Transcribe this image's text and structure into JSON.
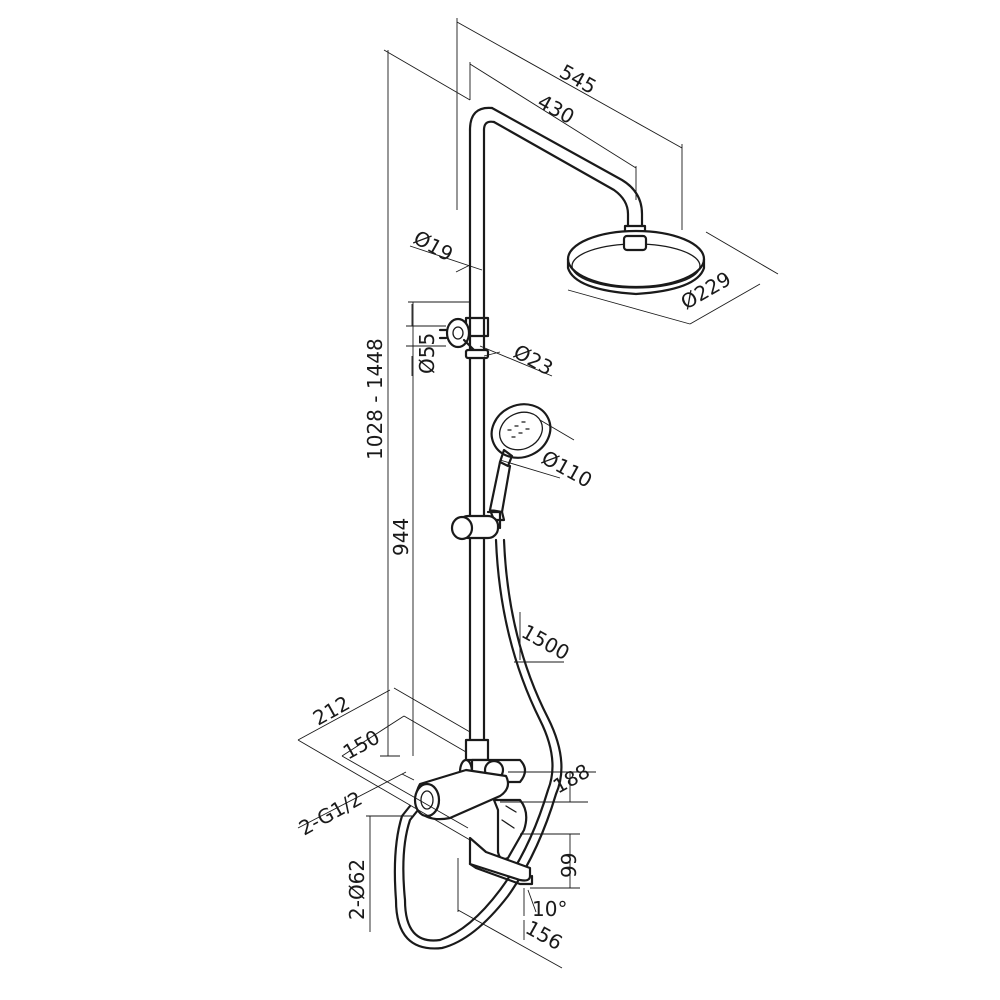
{
  "drawing": {
    "dimensions": {
      "d545": "545",
      "d430": "430",
      "d19": "Ø19",
      "d229": "Ø229",
      "d55": "Ø55",
      "d23": "Ø23",
      "d1028": "1028 - 1448",
      "d110": "Ø110",
      "d944": "944",
      "d1500": "1500",
      "d212": "212",
      "d150": "150",
      "d188": "188",
      "dG12": "2-G1/2",
      "d99": "99",
      "d62": "2-Ø62",
      "d10": "10°",
      "d156": "156"
    }
  }
}
